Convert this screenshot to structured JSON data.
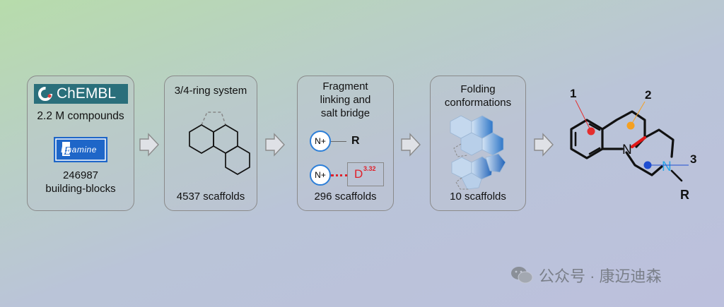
{
  "step1": {
    "chembl_logo": "ChEMBL",
    "compounds": "2.2 M compounds",
    "enamine_logo": "Enamine",
    "building_count": "246987",
    "building_label": "building-blocks"
  },
  "step2": {
    "title": "3/4-ring system",
    "scaffolds": "4537 scaffolds"
  },
  "step3": {
    "title_line1": "Fragment",
    "title_line2": "linking and",
    "title_line3": "salt bridge",
    "n_plus": "N+",
    "r_label": "R",
    "d_label": "D",
    "d_superscript": "3.32",
    "scaffolds": "296 scaffolds"
  },
  "step4": {
    "title_line1": "Folding",
    "title_line2": "conformations",
    "scaffolds": "10 scaffolds"
  },
  "molecule": {
    "label1": "1",
    "label2": "2",
    "label3": "3",
    "n_label": "N",
    "r_label": "R"
  },
  "watermark": "公众号 · 康迈迪森",
  "colors": {
    "chembl_bg": "#2a6f7b",
    "enamine_blue": "#1e66c8",
    "ring_blue": "#2d7fd8",
    "salt_bridge_red": "#e0202a",
    "point1": "#e52d2d",
    "point2": "#f5a020",
    "point3": "#1f4ed1",
    "bond_red": "#e01818",
    "n_cyan": "#2aa6e6"
  }
}
